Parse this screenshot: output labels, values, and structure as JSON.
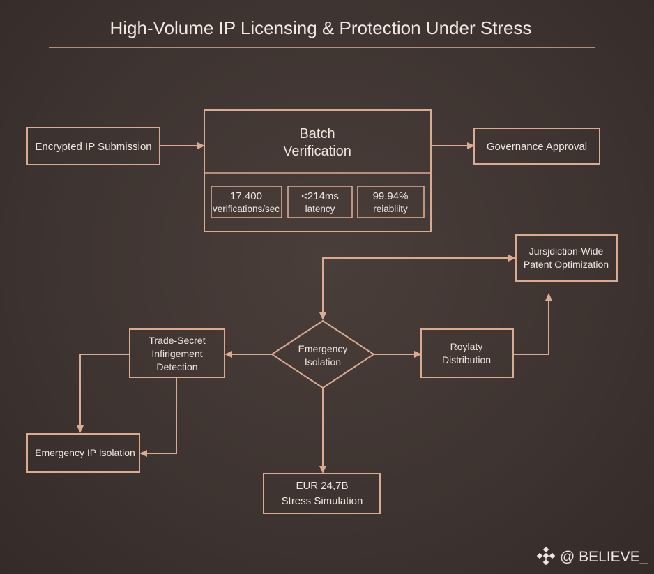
{
  "title": "High-Volume IP Licensing & Protection Under Stress",
  "colors": {
    "background": "#3d3330",
    "stroke": "#d9ab93",
    "text": "#f1e6df"
  },
  "nodes": {
    "encrypted_submission": "Encrypted IP Submission",
    "batch_verification": {
      "line1": "Batch",
      "line2": "Verification"
    },
    "metrics": [
      {
        "value": "17.400",
        "label": "verifications/sec"
      },
      {
        "value": "<214ms",
        "label": "latency"
      },
      {
        "value": "99.94%",
        "label": "reiabliity"
      }
    ],
    "governance_approval": "Governance Approval",
    "jurisdiction": {
      "line1": "Jursjdiction-Wide",
      "line2": "Patent Optimization"
    },
    "emergency_isolation_decision": {
      "line1": "Emergency",
      "line2": "Isolation"
    },
    "trade_secret": {
      "line1": "Trade-Secret",
      "line2": "Infirigement",
      "line3": "Detection"
    },
    "royalty": {
      "line1": "Roylaty",
      "line2": "Distribution"
    },
    "emergency_ip_isolation": "Emergency IP Isolation",
    "stress_simulation": {
      "line1": "EUR 24,7B",
      "line2": "Stress Simulation"
    }
  },
  "watermark": {
    "icon": "binance-logo-icon",
    "text": "@ BELIEVE_"
  }
}
